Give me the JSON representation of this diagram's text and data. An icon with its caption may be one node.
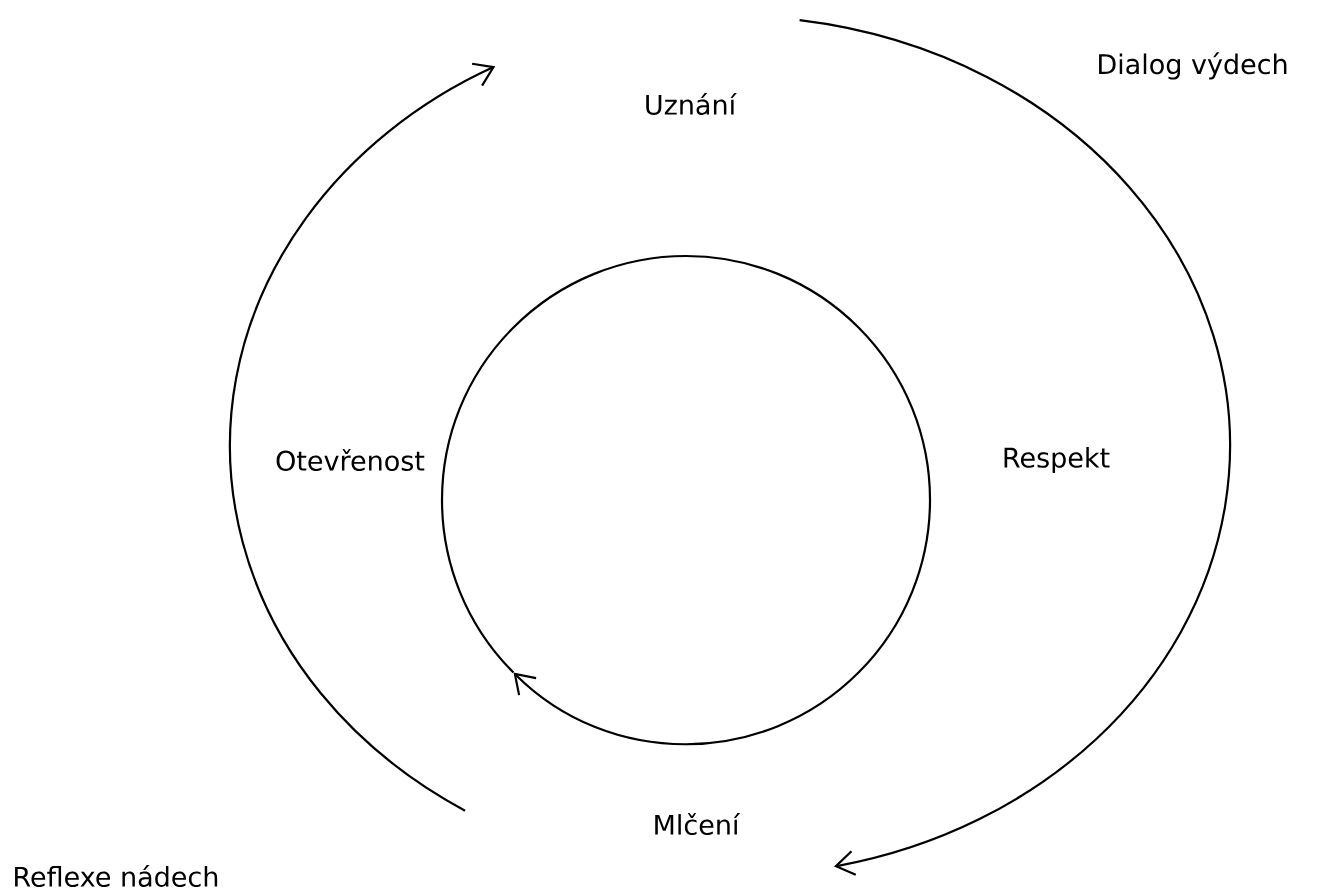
{
  "diagram": {
    "labels": [
      "Dialog výdech",
      "Uznání",
      "Otevřenost",
      "Respekt",
      "Mlčení",
      "Reflexe nádech"
    ]
  }
}
